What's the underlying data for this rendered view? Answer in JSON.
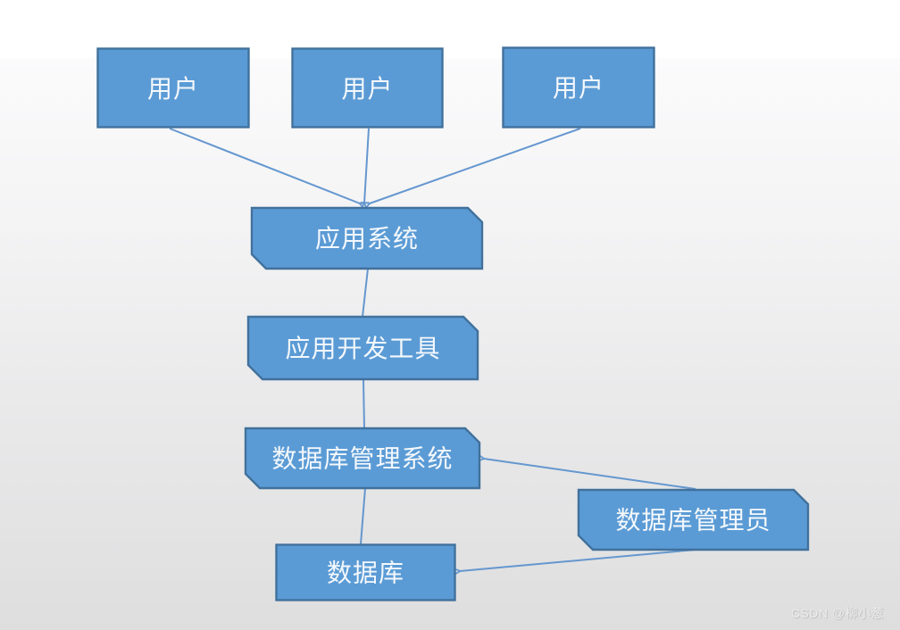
{
  "diagram": {
    "type": "flow-diagram",
    "colors": {
      "shape_fill": "#5b9bd5",
      "shape_border": "#41719c",
      "connector": "#6597cf",
      "label_text": "#f4f8fc",
      "background_top": "#ffffff",
      "background_bottom": "#dedede"
    },
    "nodes": [
      {
        "id": "user-1",
        "label": "用户",
        "shape": "rectangle"
      },
      {
        "id": "user-2",
        "label": "用户",
        "shape": "rectangle"
      },
      {
        "id": "user-3",
        "label": "用户",
        "shape": "rectangle"
      },
      {
        "id": "app-system",
        "label": "应用系统",
        "shape": "snip-corner-rectangle"
      },
      {
        "id": "dev-tools",
        "label": "应用开发工具",
        "shape": "snip-corner-rectangle"
      },
      {
        "id": "dbms",
        "label": "数据库管理系统",
        "shape": "snip-corner-rectangle"
      },
      {
        "id": "database",
        "label": "数据库",
        "shape": "rectangle"
      },
      {
        "id": "dba",
        "label": "数据库管理员",
        "shape": "snip-corner-rectangle"
      }
    ],
    "edges": [
      {
        "from": "user-1",
        "to": "app-system",
        "arrow": true
      },
      {
        "from": "user-2",
        "to": "app-system",
        "arrow": true
      },
      {
        "from": "user-3",
        "to": "app-system",
        "arrow": true
      },
      {
        "from": "app-system",
        "to": "dev-tools",
        "arrow": false
      },
      {
        "from": "dev-tools",
        "to": "dbms",
        "arrow": false
      },
      {
        "from": "dbms",
        "to": "database",
        "arrow": false
      },
      {
        "from": "dba",
        "to": "dbms",
        "arrow": true
      },
      {
        "from": "dba",
        "to": "database",
        "arrow": true
      }
    ]
  },
  "watermark": {
    "text": "CSDN @柳小葱"
  }
}
